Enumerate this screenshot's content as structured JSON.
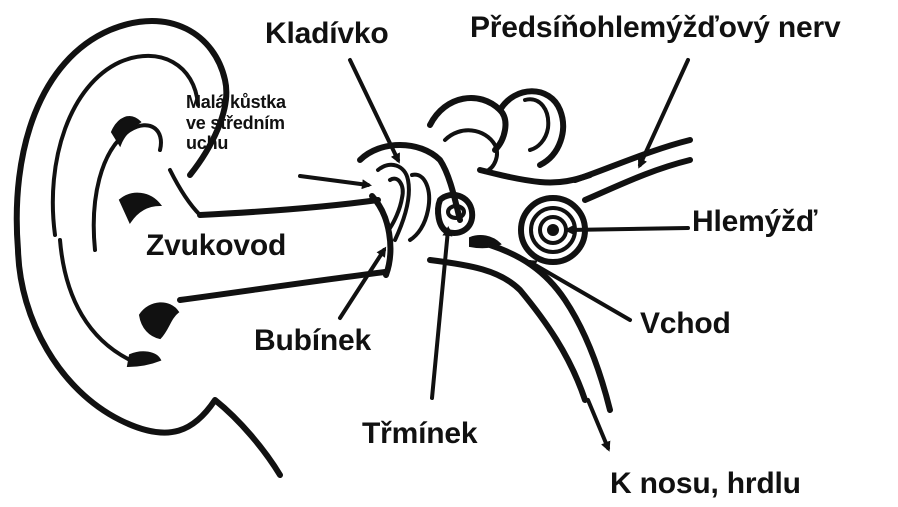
{
  "labels": {
    "malleus": "Kladívko",
    "vestibulocochlear_nerve": "Předsíňohlemýžďový nerv",
    "ossicle": "Malá kůstka\nve středním\nuchu",
    "cochlea": "Hlemýžď",
    "ear_canal": "Zvukovod",
    "eardrum": "Bubínek",
    "vestibule": "Vchod",
    "stapes": "Třmínek",
    "eustachian_tube": "K nosu, hrdlu"
  },
  "colors": {
    "ink": "#111111",
    "background": "#ffffff"
  }
}
